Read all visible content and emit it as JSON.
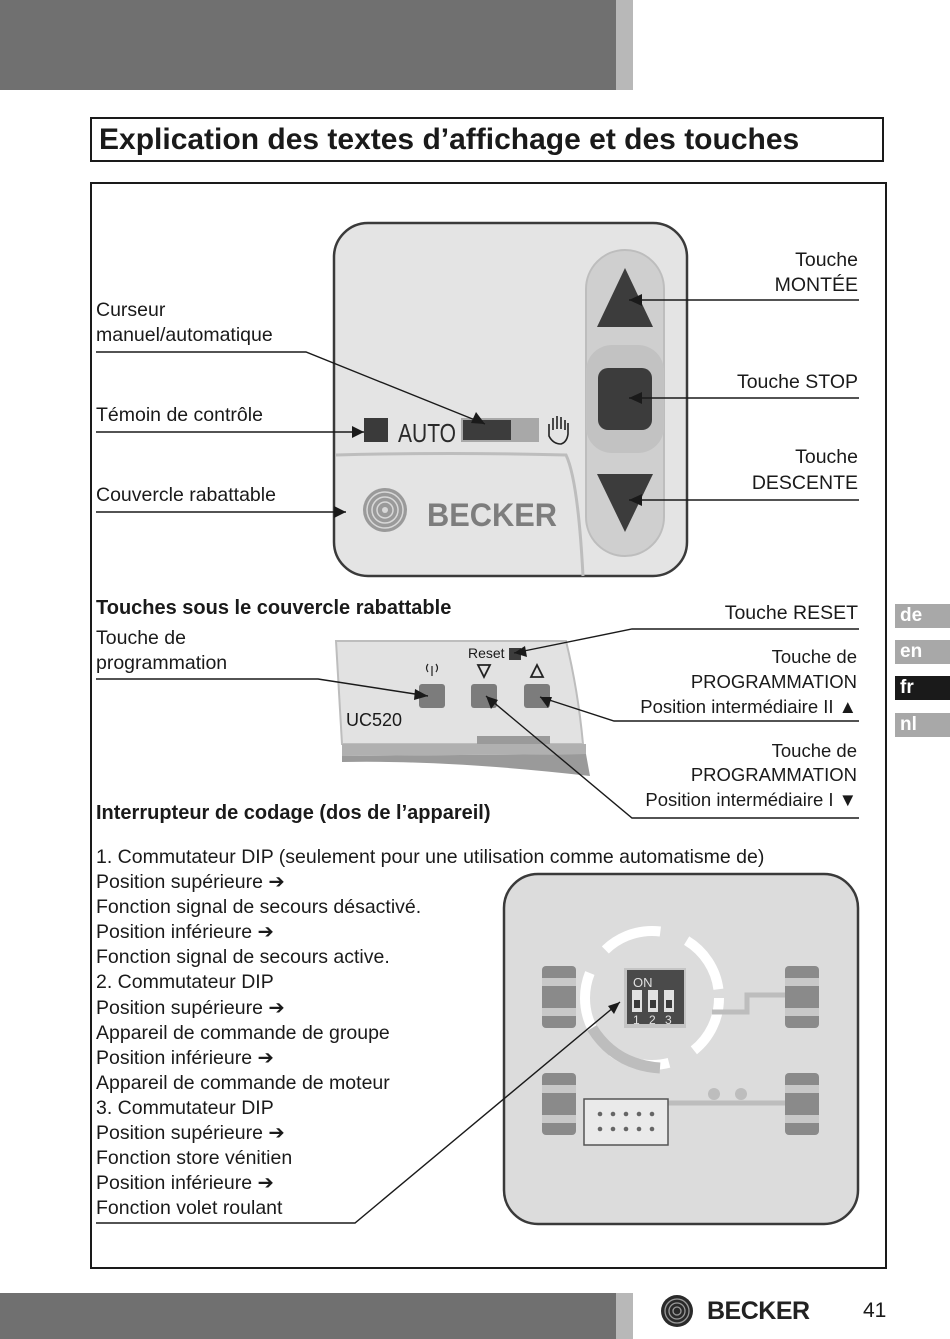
{
  "page": {
    "title": "Explication des textes d’affichage et des touches",
    "page_number": "41"
  },
  "brand": {
    "name": "BECKER"
  },
  "languages": [
    {
      "code": "de",
      "active": false
    },
    {
      "code": "en",
      "active": false
    },
    {
      "code": "fr",
      "active": true
    },
    {
      "code": "nl",
      "active": false
    }
  ],
  "device": {
    "auto_label": "AUTO",
    "model": "UC520",
    "reset_label": "Reset",
    "icons": [
      "hand-icon",
      "radio-icon",
      "triangle-down-icon",
      "triangle-up-icon"
    ]
  },
  "labels": {
    "cursor": [
      "Curseur",
      "manuel/automatique"
    ],
    "control_lamp": "Témoin de contrôle",
    "flap_cover": "Couvercle rabattable",
    "up_key": [
      "Touche",
      "MONTÉE"
    ],
    "stop_key": "Touche STOP",
    "down_key": [
      "Touche",
      "DESCENTE"
    ],
    "reset_key": "Touche RESET",
    "prog_key": [
      "Touche de",
      "programmation"
    ],
    "prog_up": [
      "Touche de",
      "PROGRAMMATION",
      "Position intermédiaire II ▲"
    ],
    "prog_down": [
      "Touche de",
      "PROGRAMMATION",
      "Position intermédiaire I ▼"
    ]
  },
  "headings": {
    "under_cover": "Touches sous le couvercle rabattable",
    "coding_switch": "Interrupteur de codage (dos de l’appareil)"
  },
  "dip": {
    "on_label": "ON",
    "numbers": [
      "1",
      "2",
      "3"
    ],
    "lines": [
      "1. Commutateur DIP (seulement pour une utilisation comme automatisme de)",
      "Position supérieure ➔",
      "Fonction signal de secours désactivé.",
      "Position inférieure ➔",
      "Fonction signal de secours active.",
      "2. Commutateur DIP",
      "Position supérieure ➔",
      "Appareil de commande de groupe",
      "Position inférieure ➔",
      "Appareil de commande de moteur",
      "3. Commutateur DIP",
      "Position supérieure ➔",
      "Fonction store vénitien",
      "Position inférieure ➔",
      "Fonction volet roulant"
    ]
  },
  "colors": {
    "bar_dark": "#707070",
    "bar_light": "#b8b8b8",
    "device_bg": "#e6e6e6",
    "key_dark": "#3c3c3c",
    "active_lang": "#1a1a1a"
  }
}
